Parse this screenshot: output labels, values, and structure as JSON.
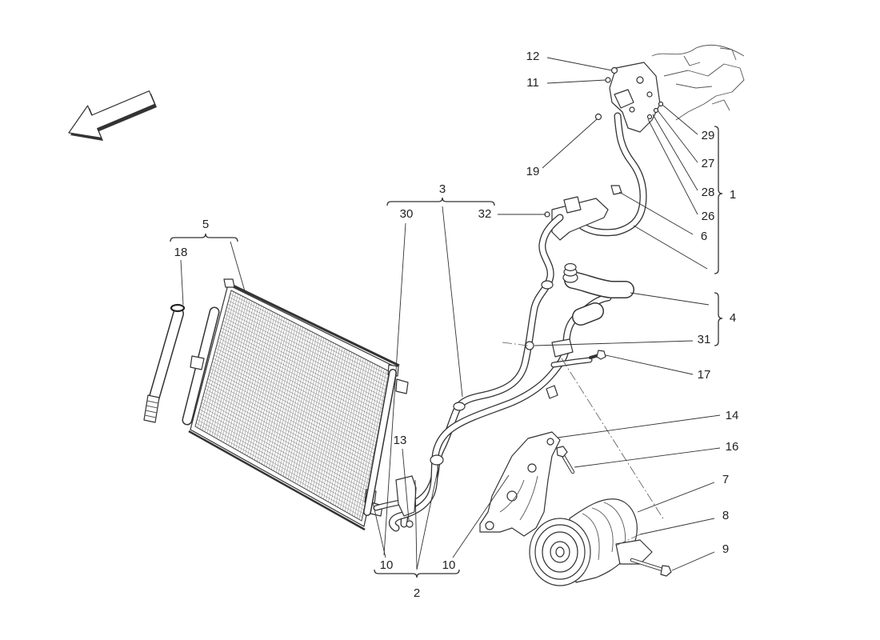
{
  "colors": {
    "background": "#ffffff",
    "ink": "#333333"
  },
  "callouts": [
    "12",
    "11",
    "29",
    "27",
    "28",
    "26",
    "1",
    "19",
    "3",
    "30",
    "32",
    "6",
    "5",
    "18",
    "4",
    "31",
    "17",
    "14",
    "13",
    "16",
    "7",
    "8",
    "9",
    "10",
    "10",
    "2"
  ]
}
